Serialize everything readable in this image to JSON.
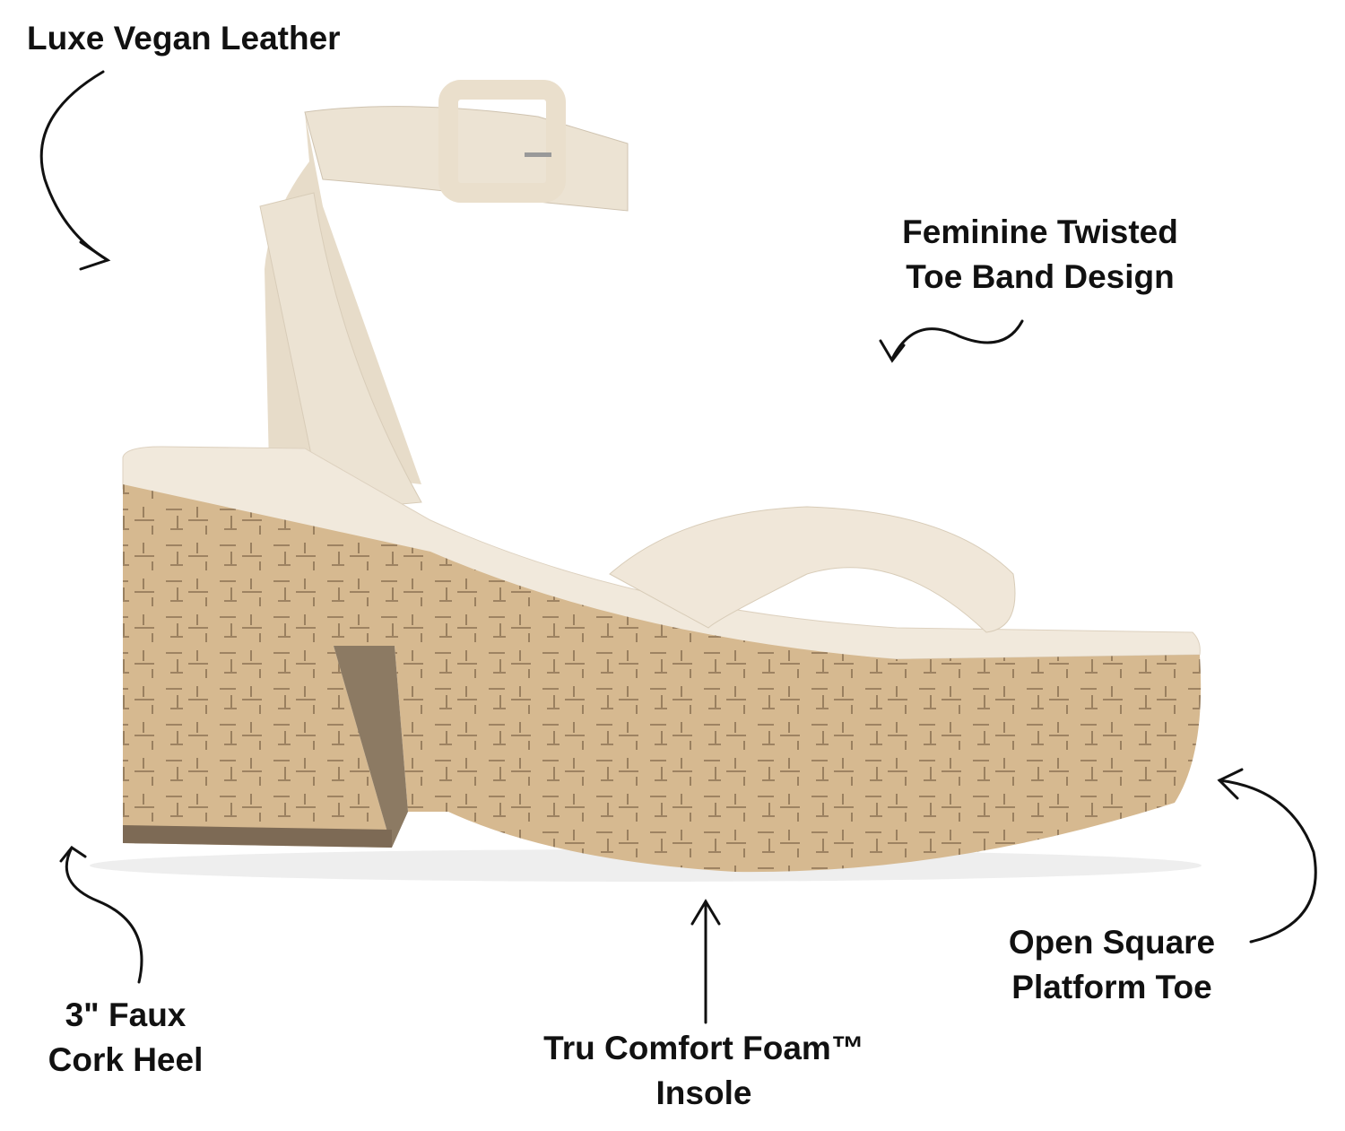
{
  "callouts": {
    "leather": {
      "lines": [
        "Luxe Vegan Leather"
      ]
    },
    "toe_band": {
      "lines": [
        "Feminine Twisted",
        "Toe Band Design"
      ]
    },
    "heel": {
      "lines": [
        "3\" Faux",
        "Cork Heel"
      ]
    },
    "insole": {
      "lines": [
        "Tru Comfort Foam™",
        "Insole"
      ]
    },
    "toe": {
      "lines": [
        "Open Square",
        "Platform Toe"
      ]
    }
  },
  "colors": {
    "cork": "#d4b58c",
    "cream": "#efe6d8",
    "text": "#111111",
    "background": "#ffffff"
  }
}
